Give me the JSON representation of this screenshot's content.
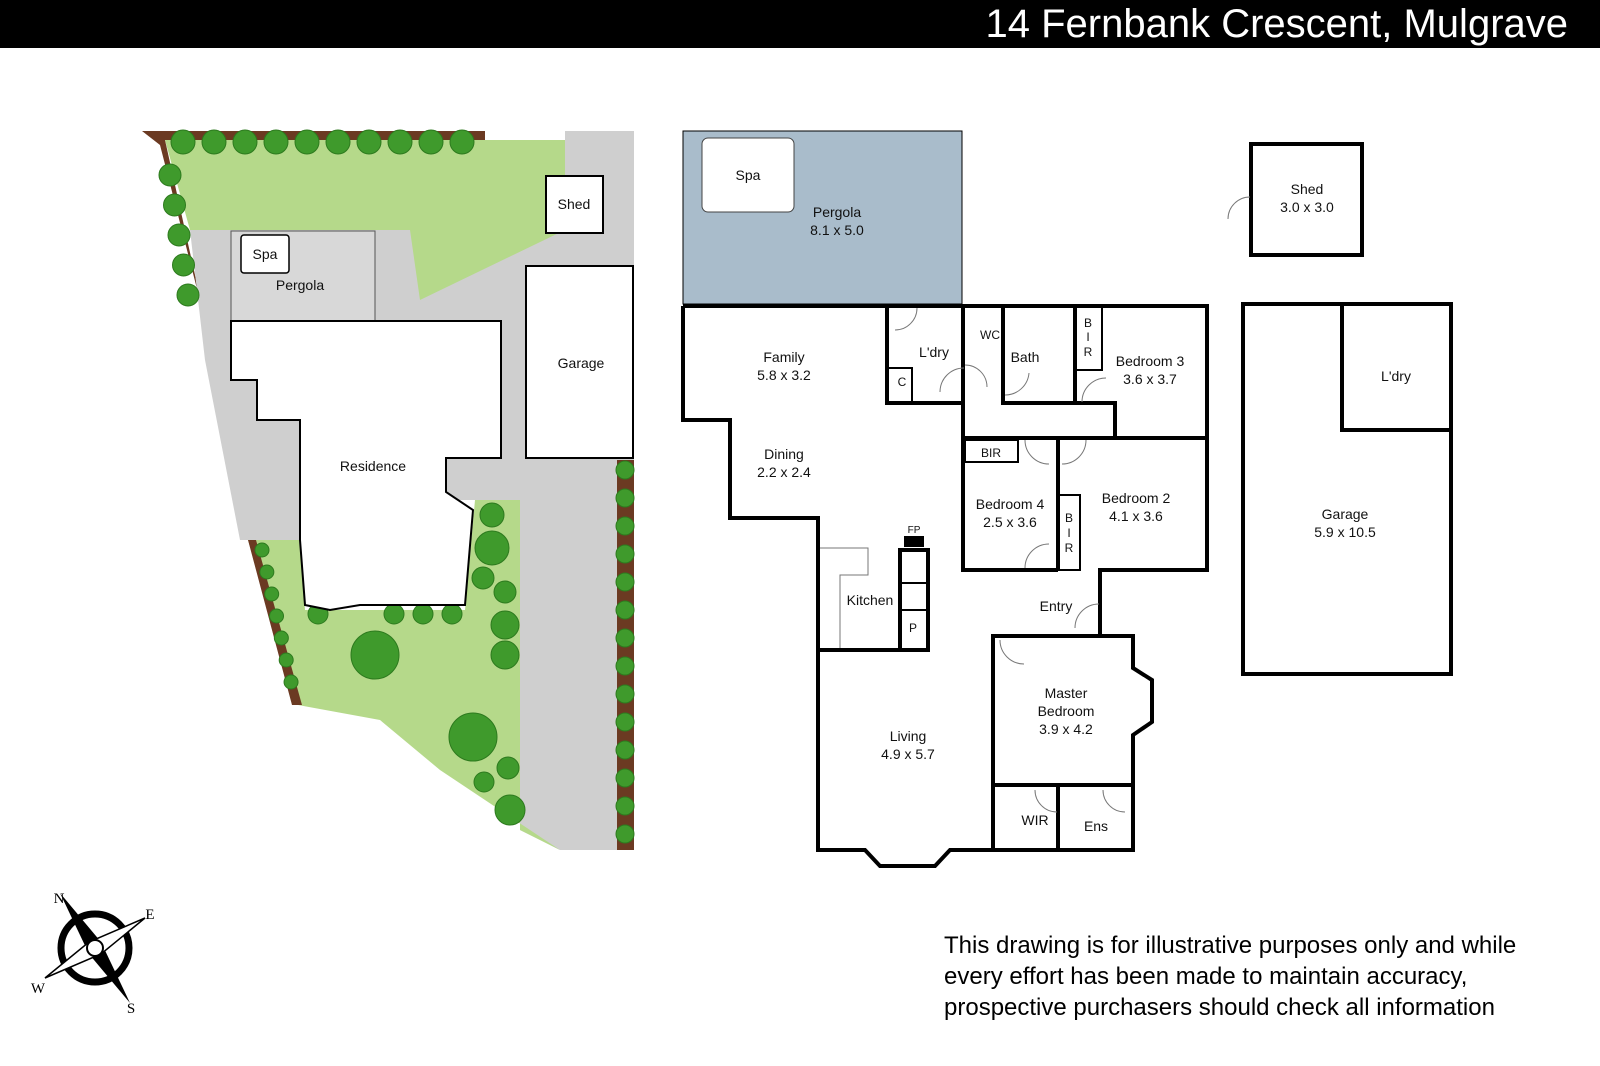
{
  "header": {
    "title": "14 Fernbank Crescent, Mulgrave"
  },
  "site_plan": {
    "shed": "Shed",
    "spa": "Spa",
    "pergola": "Pergola",
    "garage": "Garage",
    "residence": "Residence"
  },
  "floor_plan": {
    "spa": "Spa",
    "pergola": {
      "name": "Pergola",
      "size": "8.1 x 5.0"
    },
    "family": {
      "name": "Family",
      "size": "5.8 x 3.2"
    },
    "dining": {
      "name": "Dining",
      "size": "2.2 x 2.4"
    },
    "laundry": "L'dry",
    "cupboard": "C",
    "wc": "WC",
    "bath": "Bath",
    "bir": "BIR",
    "bir_b": "B",
    "bir_i": "I",
    "bir_r": "R",
    "bedroom3": {
      "name": "Bedroom 3",
      "size": "3.6 x 3.7"
    },
    "bedroom4": {
      "name": "Bedroom 4",
      "size": "2.5 x 3.6"
    },
    "bedroom2": {
      "name": "Bedroom 2",
      "size": "4.1 x 3.6"
    },
    "fp": "FP",
    "kitchen": "Kitchen",
    "pantry": "P",
    "entry": "Entry",
    "living": {
      "name": "Living",
      "size": "4.9 x 5.7"
    },
    "master": {
      "name1": "Master",
      "name2": "Bedroom",
      "size": "3.9 x 4.2"
    },
    "wir": "WIR",
    "ensuite": "Ens"
  },
  "outbuildings": {
    "shed": {
      "name": "Shed",
      "size": "3.0 x 3.0"
    },
    "garage": {
      "name": "Garage",
      "size": "5.9 x 10.5"
    },
    "laundry": "L'dry"
  },
  "compass": {
    "n": "N",
    "e": "E",
    "s": "S",
    "w": "W"
  },
  "disclaimer": [
    "This drawing is for illustrative purposes only and while",
    "every effort has been made to maintain accuracy,",
    "prospective purchasers should check all information"
  ],
  "colors": {
    "lawn": "#b5d98a",
    "paving": "#cfcfcf",
    "hedge": "#3f9a2c",
    "pergola": "#a9bccb",
    "mulch": "#6b3a22"
  }
}
